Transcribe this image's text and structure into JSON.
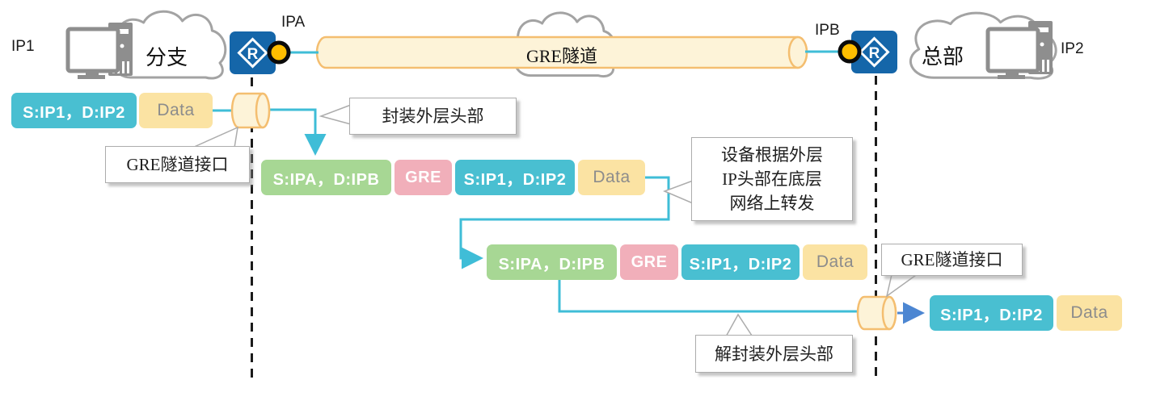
{
  "topology": {
    "left_host": "IP1",
    "branch_cloud": "分支",
    "router_port_a": "IPA",
    "tunnel_label": "GRE隧道",
    "router_port_b": "IPB",
    "hq_cloud": "总部",
    "right_host": "IP2",
    "router_glyph": "R"
  },
  "packets": {
    "p1": {
      "header": "S:IP1，D:IP2",
      "data": "Data"
    },
    "p2": {
      "outer": "S:IPA，D:IPB",
      "gre": "GRE",
      "inner": "S:IP1，D:IP2",
      "data": "Data"
    },
    "p3": {
      "outer": "S:IPA，D:IPB",
      "gre": "GRE",
      "inner": "S:IP1，D:IP2",
      "data": "Data"
    },
    "p4": {
      "header": "S:IP1，D:IP2",
      "data": "Data"
    }
  },
  "callouts": {
    "tunnel_if_left": "GRE隧道接口",
    "encapsulate": "封装外层头部",
    "forward_l1": "设备根据外层",
    "forward_l2": "IP头部在底层",
    "forward_l3": "网络上转发",
    "tunnel_if_right": "GRE隧道接口",
    "decapsulate": "解封装外层头部"
  },
  "colors": {
    "header_teal": "#49BFD1",
    "outer_green": "#A7D794",
    "gre_pink": "#F1AFBA",
    "data_yellow": "#FBE3A3",
    "tunnel_fill": "#FDF3D8",
    "tunnel_stroke": "#F4BE70",
    "cyan_line": "#3FBDD7",
    "blue_arrow": "#4C86D2",
    "router_blue": "#1566A9",
    "port_orange": "#FFBE00",
    "device_gray": "#8E8E8E",
    "cloud_stroke": "#A3A3A3"
  }
}
